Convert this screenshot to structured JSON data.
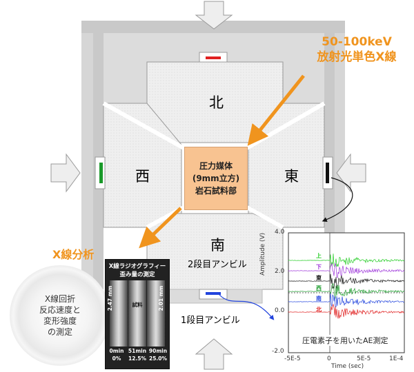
{
  "beam": {
    "line1": "50-100keV",
    "line2": "放射光単色X線"
  },
  "xrd": {
    "title": "X線分析",
    "line1": "X線回折",
    "line2": "反応速度と",
    "line3": "変形強度",
    "line4": "の測定"
  },
  "directions": {
    "north": "北",
    "west": "西",
    "east": "東",
    "south": "南"
  },
  "cell": {
    "line1": "圧力媒体",
    "line2": "(9mm立方)",
    "line3": "岩石試料部"
  },
  "anvils": {
    "second": "2段目アンビル",
    "first": "1段目アンビル"
  },
  "radiography": {
    "title1": "X線ラジオグラフィー",
    "title2": "歪み量の測定",
    "length_left": "2.47 mm",
    "length_right": "2.01 mm",
    "sample": "試料",
    "frames": [
      {
        "time": "0min",
        "strain": "0%"
      },
      {
        "time": "51min",
        "strain": "12.5%"
      },
      {
        "time": "90min",
        "strain": "25.0%"
      }
    ]
  },
  "ae_plot": {
    "caption": "圧電素子を用いたAE測定",
    "xlabel": "Time (sec)",
    "ylabel": "Amplitude (V)",
    "yticks": [
      "4.0",
      "2.0",
      "0.0",
      "-2.0"
    ],
    "xticks": [
      "-5E-5",
      "0",
      "5E-5",
      "1E-4"
    ],
    "channels": [
      {
        "name": "上",
        "color": "#22cc22"
      },
      {
        "name": "下",
        "color": "#9b30d9"
      },
      {
        "name": "東",
        "color": "#111111"
      },
      {
        "name": "西",
        "color": "#1a9a2a"
      },
      {
        "name": "南",
        "color": "#2244dd"
      },
      {
        "name": "北",
        "color": "#e02020"
      }
    ]
  },
  "colors": {
    "orange": "#f0941e",
    "cell": "#f8c391",
    "anvil_gray": "#dcdcdc",
    "frame_gray": "#c9c9c9"
  }
}
